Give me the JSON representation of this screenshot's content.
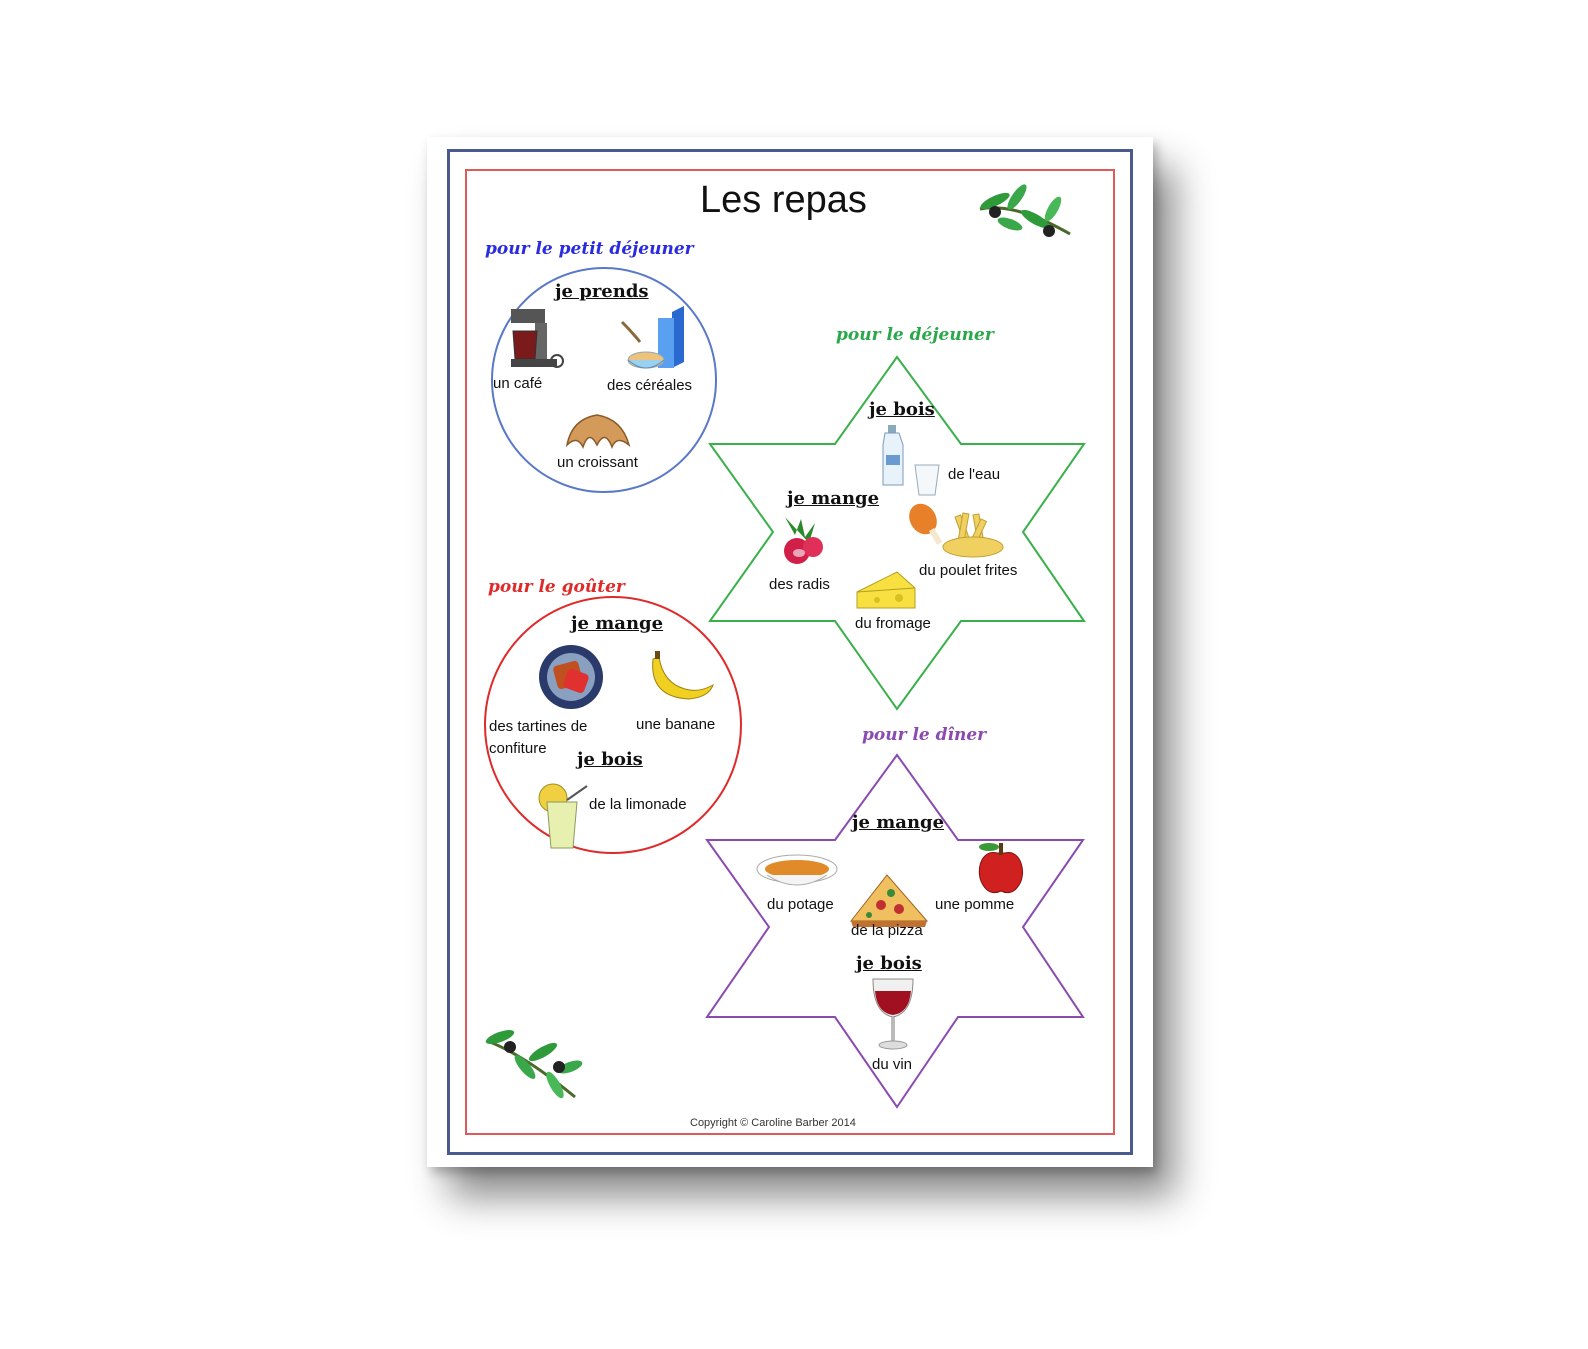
{
  "title": "Les repas",
  "copyright": "Copyright © Caroline Barber 2014",
  "colors": {
    "blue": "#2a2ae0",
    "green": "#2aa84a",
    "red": "#e02a2a",
    "purple": "#8a4ab0"
  },
  "breakfast": {
    "heading": "pour le petit déjeuner",
    "verb": "je prends",
    "items": [
      "un café",
      "des céréales",
      "un croissant"
    ],
    "icons": [
      "coffee-maker-icon",
      "cereal-icon",
      "croissant-icon"
    ]
  },
  "lunch": {
    "heading": "pour le déjeuner",
    "verb_drink": "je bois",
    "verb_eat": "je mange",
    "items": [
      "de l'eau",
      "des radis",
      "du poulet frites",
      "du fromage"
    ],
    "icons": [
      "water-bottle-icon",
      "radish-icon",
      "chicken-fries-icon",
      "cheese-icon"
    ]
  },
  "snack": {
    "heading": "pour le goûter",
    "verb_eat": "je mange",
    "verb_drink": "je bois",
    "items": [
      "des tartines de",
      "confiture",
      "une banane",
      "de la limonade"
    ],
    "icons": [
      "jam-toast-icon",
      "banana-icon",
      "lemonade-icon"
    ]
  },
  "dinner": {
    "heading": "pour le dîner",
    "verb_eat": "je mange",
    "verb_drink": "je bois",
    "items": [
      "du potage",
      "une pomme",
      "de la pizza",
      "du vin"
    ],
    "icons": [
      "soup-icon",
      "apple-icon",
      "pizza-icon",
      "wine-glass-icon"
    ]
  }
}
